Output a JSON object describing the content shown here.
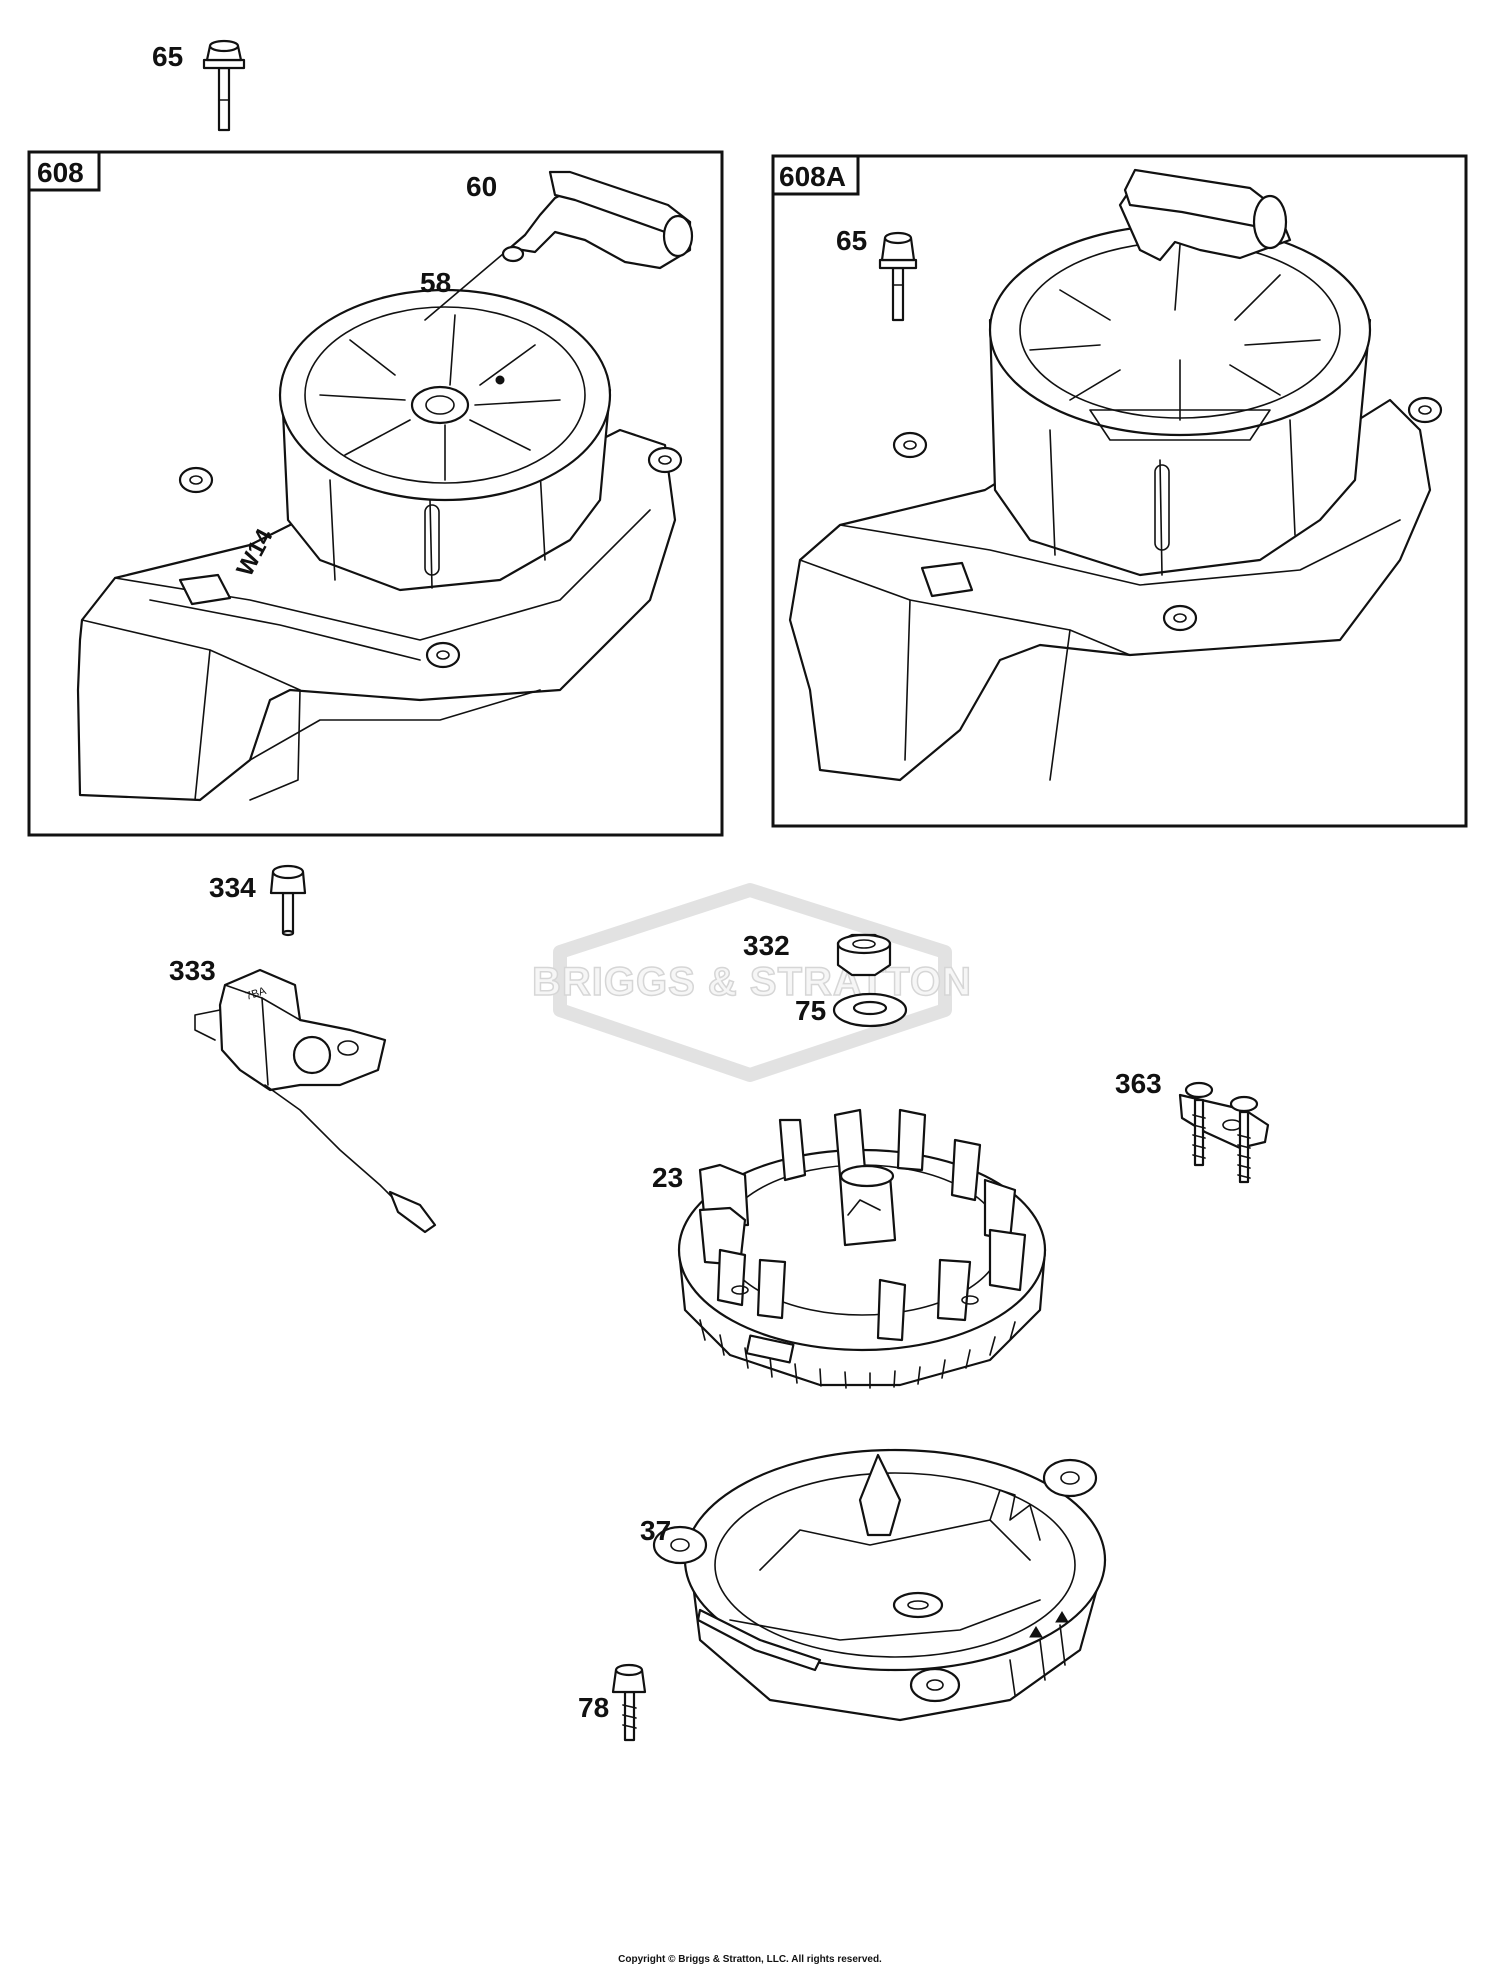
{
  "boxes": {
    "left": {
      "label": "608"
    },
    "right": {
      "label": "608A"
    }
  },
  "callouts": {
    "c65_top": "65",
    "c60": "60",
    "c58": "58",
    "c65_box": "65",
    "c334": "334",
    "c333": "333",
    "c332": "332",
    "c75": "75",
    "c363": "363",
    "c23": "23",
    "c37": "37",
    "c78": "78"
  },
  "watermark": {
    "text": "BRIGGS & STRATTON"
  },
  "footer": {
    "copyright": "Copyright © Briggs & Stratton, LLC. All rights reserved."
  }
}
